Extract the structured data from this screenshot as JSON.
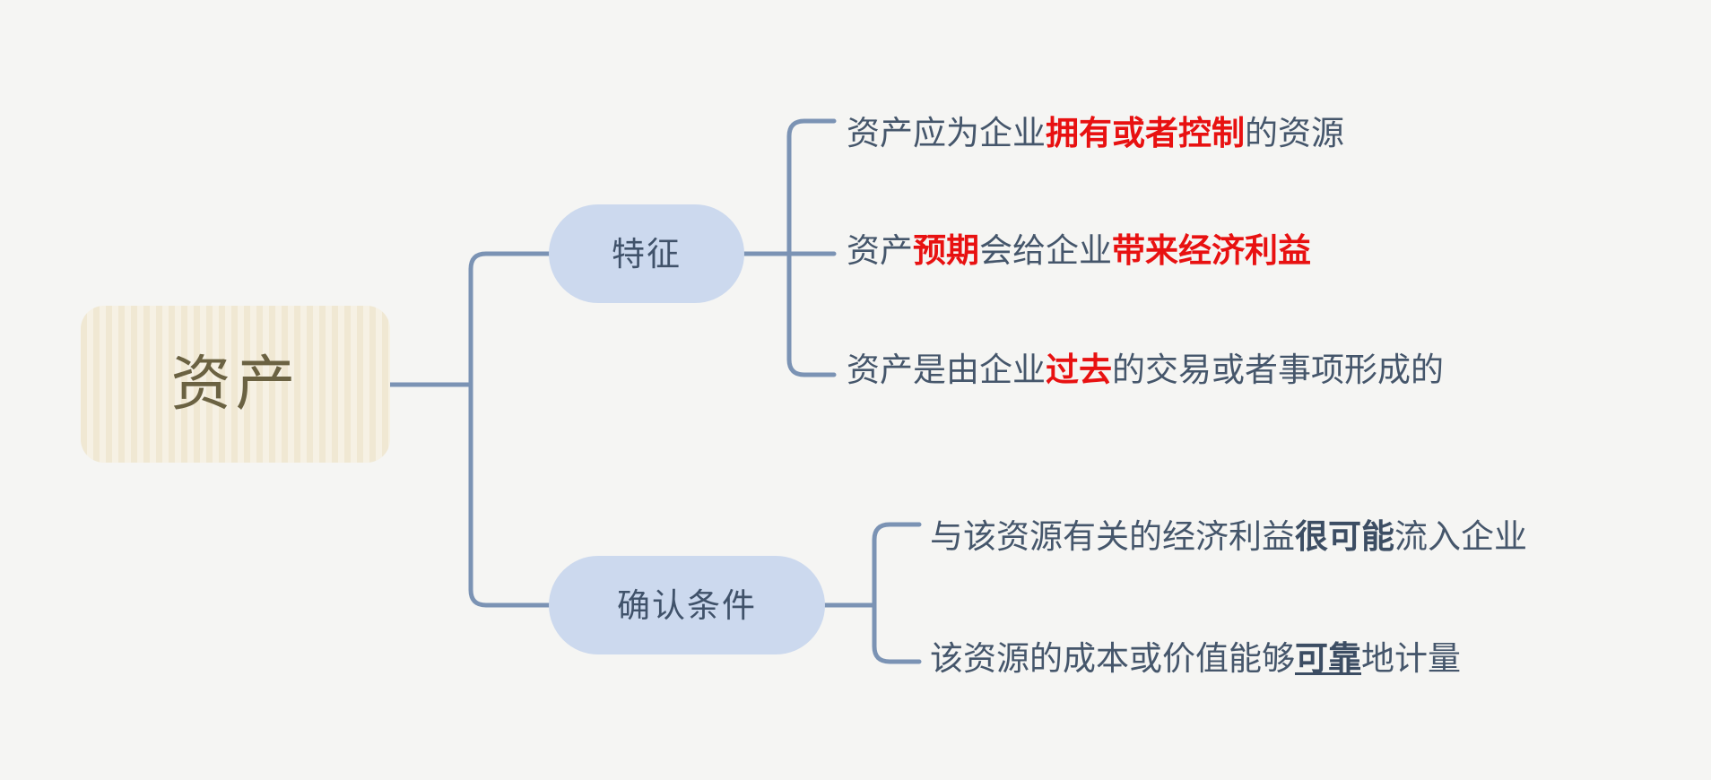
{
  "diagram": {
    "type": "mindmap",
    "title": "资产",
    "background_color": "#f5f5f3",
    "root": {
      "label": "资产",
      "fill_color": "#f0e8d3",
      "text_color": "#6b6242"
    },
    "branch_style": {
      "fill_color": "#ccd9ee",
      "text_color": "#40526a",
      "connector_color": "#7b93b4"
    },
    "leaf_style": {
      "text_color": "#45566b",
      "highlight_color": "#e81111"
    },
    "branches": [
      {
        "id": "feature",
        "label": "特征",
        "leaves": [
          {
            "id": "f1",
            "full_text": "资产应为企业拥有或者控制的资源",
            "segments": [
              {
                "text": "资产应为企业",
                "style": "plain"
              },
              {
                "text": "拥有或者控制",
                "style": "red-bold"
              },
              {
                "text": "的资源",
                "style": "plain"
              }
            ]
          },
          {
            "id": "f2",
            "full_text": "资产预期会给企业带来经济利益",
            "segments": [
              {
                "text": "资产",
                "style": "plain"
              },
              {
                "text": "预期",
                "style": "red-bold"
              },
              {
                "text": "会给企业",
                "style": "plain"
              },
              {
                "text": "带来经济利益",
                "style": "red-bold"
              }
            ]
          },
          {
            "id": "f3",
            "full_text": "资产是由企业过去的交易或者事项形成的",
            "segments": [
              {
                "text": "资产是由企业",
                "style": "plain"
              },
              {
                "text": "过去",
                "style": "red-bold"
              },
              {
                "text": "的交易或者事项形成的",
                "style": "plain"
              }
            ]
          }
        ]
      },
      {
        "id": "condition",
        "label": "确认条件",
        "leaves": [
          {
            "id": "c1",
            "full_text": "与该资源有关的经济利益很可能流入企业",
            "segments": [
              {
                "text": "与该资源有关的经济利益",
                "style": "plain"
              },
              {
                "text": "很可能",
                "style": "bold"
              },
              {
                "text": "流入企业",
                "style": "plain"
              }
            ]
          },
          {
            "id": "c2",
            "full_text": "该资源的成本或价值能够可靠地计量",
            "segments": [
              {
                "text": "该资源的成本或价值能够",
                "style": "plain"
              },
              {
                "text": "可靠",
                "style": "bold-underline"
              },
              {
                "text": "地计量",
                "style": "plain"
              }
            ]
          }
        ]
      }
    ]
  }
}
